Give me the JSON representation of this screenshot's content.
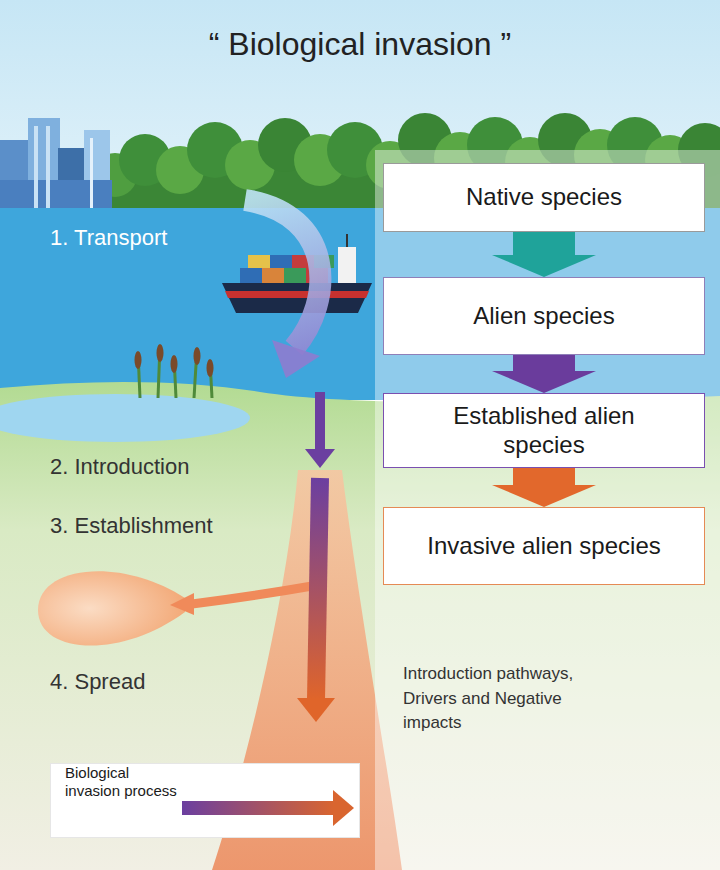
{
  "diagram": {
    "title": "“ Biological invasion ”",
    "nodes": [
      {
        "text": [
          "Native species"
        ]
      },
      {
        "text": [
          "Alien species"
        ]
      },
      {
        "text": [
          "Established alien species"
        ]
      },
      {
        "text": [
          "Invasive alien species"
        ]
      },
      {
        "text": [
          "Biological invasion process"
        ]
      }
    ],
    "edges": [
      {
        "from": 0,
        "to": 1,
        "arrow": "to"
      },
      {
        "from": 1,
        "to": 2,
        "arrow": "to"
      },
      {
        "from": 2,
        "to": 3,
        "arrow": "to"
      }
    ],
    "labels": [
      "1. Transport",
      "2. Introduction",
      "3. Establishment",
      "4. Spread",
      "Introduction pathways, Drivers and Negative impacts"
    ]
  }
}
